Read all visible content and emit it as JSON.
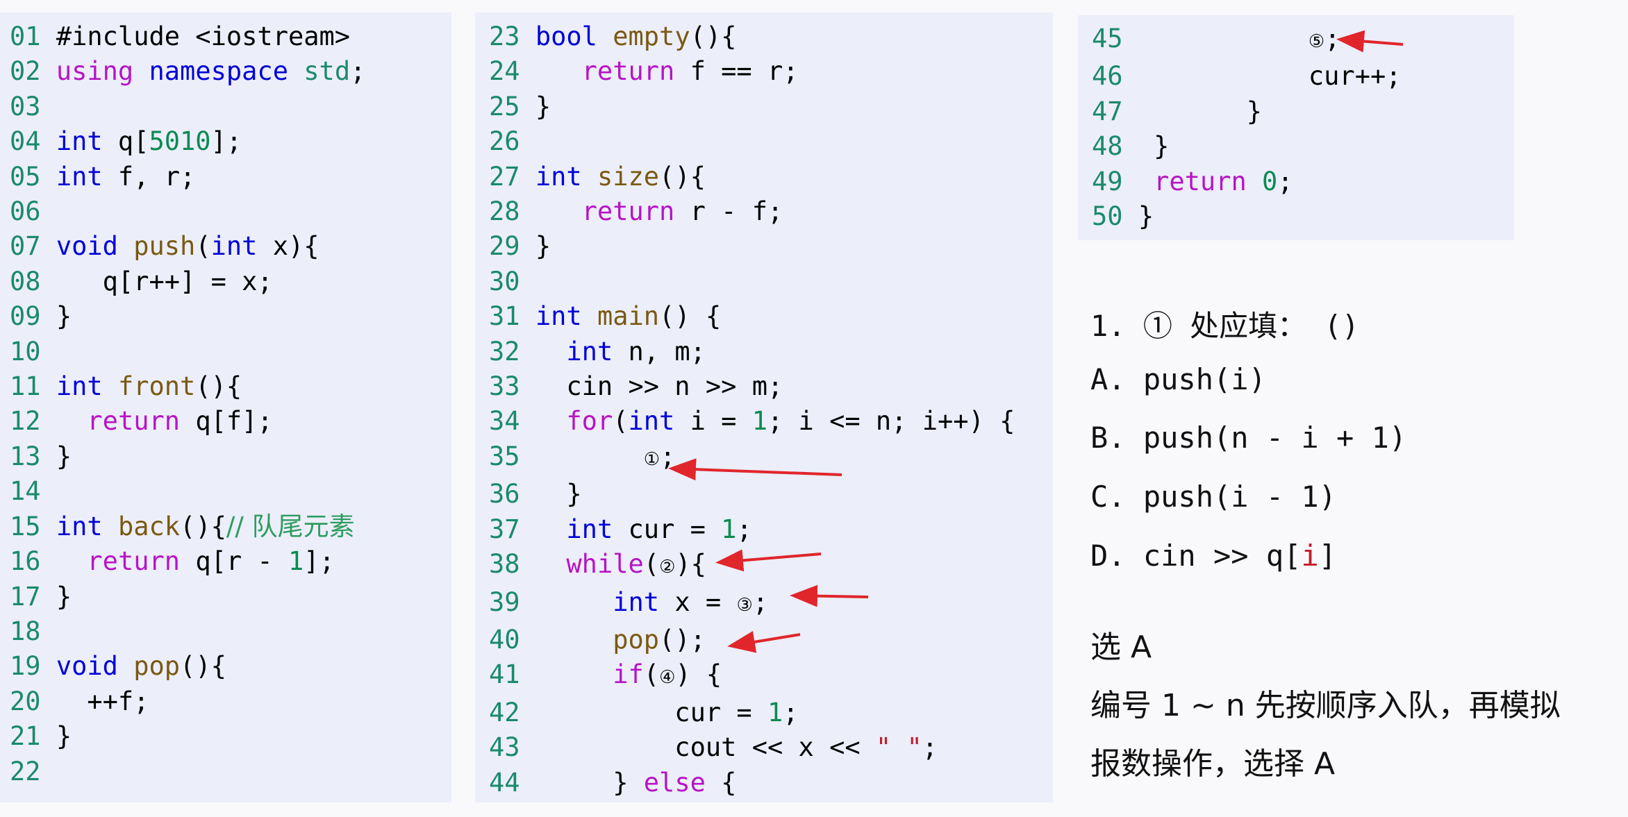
{
  "code": {
    "panel1": [
      [
        {
          "t": "01 ",
          "c": "ln"
        },
        {
          "t": "#include <iostream>"
        }
      ],
      [
        {
          "t": "02 ",
          "c": "ln"
        },
        {
          "t": "using",
          "c": "ctl"
        },
        {
          "t": " "
        },
        {
          "t": "namespace",
          "c": "kw"
        },
        {
          "t": " "
        },
        {
          "t": "std",
          "c": "ln"
        },
        {
          "t": ";"
        }
      ],
      [
        {
          "t": "03",
          "c": "ln"
        }
      ],
      [
        {
          "t": "04 ",
          "c": "ln"
        },
        {
          "t": "int",
          "c": "kw"
        },
        {
          "t": " q["
        },
        {
          "t": "5010",
          "c": "num"
        },
        {
          "t": "];"
        }
      ],
      [
        {
          "t": "05 ",
          "c": "ln"
        },
        {
          "t": "int",
          "c": "kw"
        },
        {
          "t": " f, r;"
        }
      ],
      [
        {
          "t": "06",
          "c": "ln"
        }
      ],
      [
        {
          "t": "07 ",
          "c": "ln"
        },
        {
          "t": "void",
          "c": "kw"
        },
        {
          "t": " "
        },
        {
          "t": "push",
          "c": "fn"
        },
        {
          "t": "("
        },
        {
          "t": "int",
          "c": "kw"
        },
        {
          "t": " x){"
        }
      ],
      [
        {
          "t": "08 ",
          "c": "ln"
        },
        {
          "t": "   q[r++] = x;"
        }
      ],
      [
        {
          "t": "09 ",
          "c": "ln"
        },
        {
          "t": "}"
        }
      ],
      [
        {
          "t": "10",
          "c": "ln"
        }
      ],
      [
        {
          "t": "11 ",
          "c": "ln"
        },
        {
          "t": "int",
          "c": "kw"
        },
        {
          "t": " "
        },
        {
          "t": "front",
          "c": "fn"
        },
        {
          "t": "(){"
        }
      ],
      [
        {
          "t": "12 ",
          "c": "ln"
        },
        {
          "t": "  "
        },
        {
          "t": "return",
          "c": "ctl"
        },
        {
          "t": " q[f];"
        }
      ],
      [
        {
          "t": "13 ",
          "c": "ln"
        },
        {
          "t": "}"
        }
      ],
      [
        {
          "t": "14",
          "c": "ln"
        }
      ],
      [
        {
          "t": "15 ",
          "c": "ln"
        },
        {
          "t": "int",
          "c": "kw"
        },
        {
          "t": " "
        },
        {
          "t": "back",
          "c": "fn"
        },
        {
          "t": "(){"
        },
        {
          "t": "// 队尾元素",
          "c": "cmt"
        }
      ],
      [
        {
          "t": "16 ",
          "c": "ln"
        },
        {
          "t": "  "
        },
        {
          "t": "return",
          "c": "ctl"
        },
        {
          "t": " q[r - "
        },
        {
          "t": "1",
          "c": "num"
        },
        {
          "t": "];"
        }
      ],
      [
        {
          "t": "17 ",
          "c": "ln"
        },
        {
          "t": "}"
        }
      ],
      [
        {
          "t": "18",
          "c": "ln"
        }
      ],
      [
        {
          "t": "19 ",
          "c": "ln"
        },
        {
          "t": "void",
          "c": "kw"
        },
        {
          "t": " "
        },
        {
          "t": "pop",
          "c": "fn"
        },
        {
          "t": "(){"
        }
      ],
      [
        {
          "t": "20 ",
          "c": "ln"
        },
        {
          "t": "  ++f;"
        }
      ],
      [
        {
          "t": "21 ",
          "c": "ln"
        },
        {
          "t": "}"
        }
      ],
      [
        {
          "t": "22",
          "c": "ln"
        }
      ]
    ],
    "panel2": [
      [
        {
          "t": "23 ",
          "c": "ln"
        },
        {
          "t": "bool",
          "c": "kw"
        },
        {
          "t": " "
        },
        {
          "t": "empty",
          "c": "fn"
        },
        {
          "t": "(){"
        }
      ],
      [
        {
          "t": "24 ",
          "c": "ln"
        },
        {
          "t": "   "
        },
        {
          "t": "return",
          "c": "ctl"
        },
        {
          "t": " f == r;"
        }
      ],
      [
        {
          "t": "25 ",
          "c": "ln"
        },
        {
          "t": "}"
        }
      ],
      [
        {
          "t": "26",
          "c": "ln"
        }
      ],
      [
        {
          "t": "27 ",
          "c": "ln"
        },
        {
          "t": "int",
          "c": "kw"
        },
        {
          "t": " "
        },
        {
          "t": "size",
          "c": "fn"
        },
        {
          "t": "(){"
        }
      ],
      [
        {
          "t": "28 ",
          "c": "ln"
        },
        {
          "t": "   "
        },
        {
          "t": "return",
          "c": "ctl"
        },
        {
          "t": " r - f;"
        }
      ],
      [
        {
          "t": "29 ",
          "c": "ln"
        },
        {
          "t": "}"
        }
      ],
      [
        {
          "t": "30",
          "c": "ln"
        }
      ],
      [
        {
          "t": "31 ",
          "c": "ln"
        },
        {
          "t": "int",
          "c": "kw"
        },
        {
          "t": " "
        },
        {
          "t": "main",
          "c": "fn"
        },
        {
          "t": "() {"
        }
      ],
      [
        {
          "t": "32 ",
          "c": "ln"
        },
        {
          "t": "  "
        },
        {
          "t": "int",
          "c": "kw"
        },
        {
          "t": " n, m;"
        }
      ],
      [
        {
          "t": "33 ",
          "c": "ln"
        },
        {
          "t": "  cin >> n >> m;"
        }
      ],
      [
        {
          "t": "34 ",
          "c": "ln"
        },
        {
          "t": "  "
        },
        {
          "t": "for",
          "c": "ctl"
        },
        {
          "t": "("
        },
        {
          "t": "int",
          "c": "kw"
        },
        {
          "t": " i = "
        },
        {
          "t": "1",
          "c": "num"
        },
        {
          "t": "; i <= n; i++) {"
        }
      ],
      [
        {
          "t": "35 ",
          "c": "ln"
        },
        {
          "t": "       "
        },
        {
          "t": "①",
          "c": "ph"
        },
        {
          "t": ";"
        }
      ],
      [
        {
          "t": "36 ",
          "c": "ln"
        },
        {
          "t": "  }"
        }
      ],
      [
        {
          "t": "37 ",
          "c": "ln"
        },
        {
          "t": "  "
        },
        {
          "t": "int",
          "c": "kw"
        },
        {
          "t": " cur = "
        },
        {
          "t": "1",
          "c": "num"
        },
        {
          "t": ";"
        }
      ],
      [
        {
          "t": "38 ",
          "c": "ln"
        },
        {
          "t": "  "
        },
        {
          "t": "while",
          "c": "ctl"
        },
        {
          "t": "("
        },
        {
          "t": "②",
          "c": "ph"
        },
        {
          "t": "){"
        }
      ],
      [
        {
          "t": "39 ",
          "c": "ln"
        },
        {
          "t": "     "
        },
        {
          "t": "int",
          "c": "kw"
        },
        {
          "t": " x = "
        },
        {
          "t": "③",
          "c": "ph"
        },
        {
          "t": ";"
        }
      ],
      [
        {
          "t": "40 ",
          "c": "ln"
        },
        {
          "t": "     "
        },
        {
          "t": "pop",
          "c": "fn"
        },
        {
          "t": "();"
        }
      ],
      [
        {
          "t": "41 ",
          "c": "ln"
        },
        {
          "t": "     "
        },
        {
          "t": "if",
          "c": "ctl"
        },
        {
          "t": "("
        },
        {
          "t": "④",
          "c": "ph"
        },
        {
          "t": ") {"
        }
      ],
      [
        {
          "t": "42 ",
          "c": "ln"
        },
        {
          "t": "         cur = "
        },
        {
          "t": "1",
          "c": "num"
        },
        {
          "t": ";"
        }
      ],
      [
        {
          "t": "43 ",
          "c": "ln"
        },
        {
          "t": "         cout << x << "
        },
        {
          "t": "\" \"",
          "c": "str"
        },
        {
          "t": ";"
        }
      ],
      [
        {
          "t": "44 ",
          "c": "ln"
        },
        {
          "t": "     } "
        },
        {
          "t": "else",
          "c": "ctl"
        },
        {
          "t": " {"
        }
      ]
    ],
    "panel3": [
      [
        {
          "t": "45 ",
          "c": "ln"
        },
        {
          "t": "           "
        },
        {
          "t": "⑤",
          "c": "ph"
        },
        {
          "t": ";"
        }
      ],
      [
        {
          "t": "46 ",
          "c": "ln"
        },
        {
          "t": "           cur++;"
        }
      ],
      [
        {
          "t": "47 ",
          "c": "ln"
        },
        {
          "t": "       }"
        }
      ],
      [
        {
          "t": "48 ",
          "c": "ln"
        },
        {
          "t": " }"
        }
      ],
      [
        {
          "t": "49 ",
          "c": "ln"
        },
        {
          "t": " "
        },
        {
          "t": "return",
          "c": "ctl"
        },
        {
          "t": " "
        },
        {
          "t": "0",
          "c": "num"
        },
        {
          "t": ";"
        }
      ],
      [
        {
          "t": "50 ",
          "c": "ln"
        },
        {
          "t": "}"
        }
      ]
    ]
  },
  "question": {
    "prompt": "1. ① 处应填： ()",
    "options": [
      "A. push(i)",
      "B. push(n - i + 1)",
      "C. push(i - 1)"
    ],
    "option_d_prefix": "D. cin >> q[",
    "option_d_index": "i",
    "option_d_suffix": "]"
  },
  "answer": {
    "choice": "选 A",
    "explanation_line1": "编号 1 ~ n 先按顺序入队，再模拟",
    "explanation_line2": "报数操作，选择 A"
  },
  "colors": {
    "panel_bg": "#eceffa",
    "line_number": "#1a8a6b",
    "keyword": "#0000d8",
    "control": "#b614c4",
    "function": "#7a5a12",
    "number": "#0b8a52",
    "arrow": "#e0262b"
  }
}
